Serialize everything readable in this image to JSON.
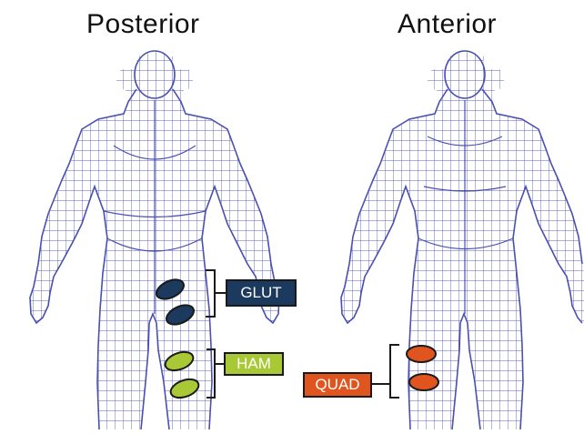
{
  "views": {
    "posterior": "Posterior",
    "anterior": "Anterior"
  },
  "labels": {
    "glut": "GLUT",
    "ham": "HAM",
    "quad": "QUAD"
  },
  "colors": {
    "wireframe": "#5a5fbf",
    "glut": "#1c3a5e",
    "ham": "#a8c935",
    "quad": "#e0541f",
    "marker_outline": "#1a1a1a",
    "background": "#ffffff"
  }
}
